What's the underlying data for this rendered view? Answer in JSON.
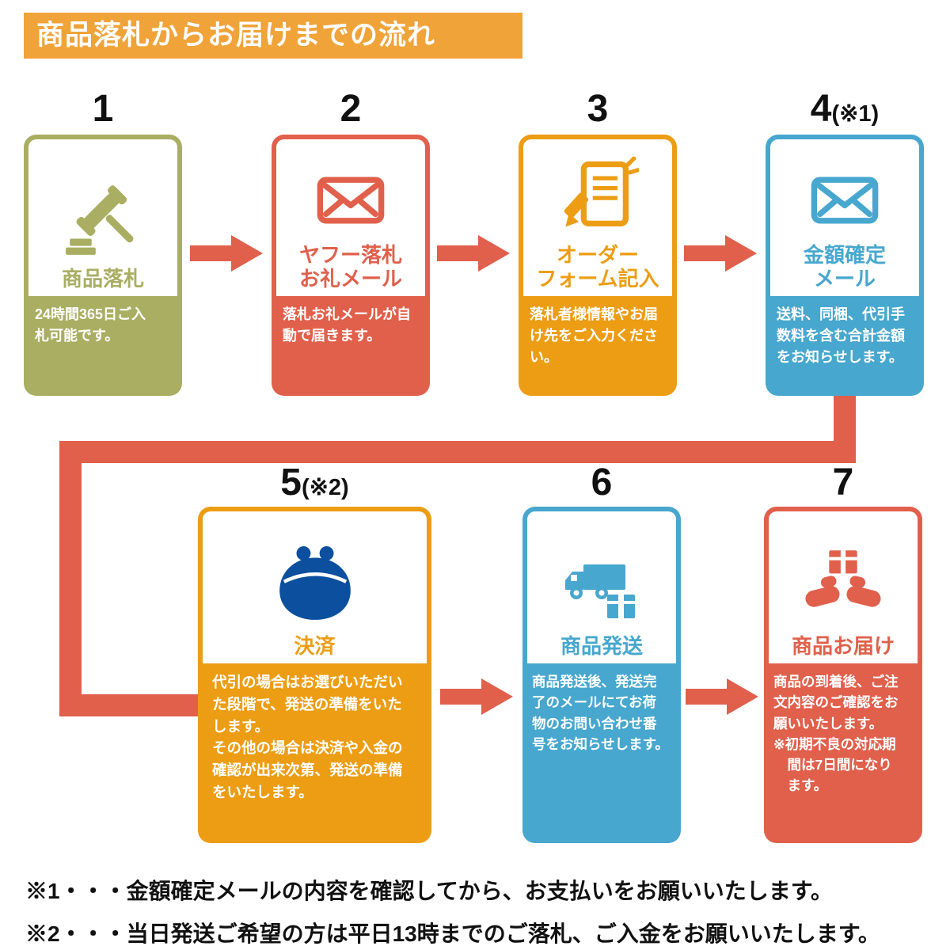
{
  "title": "商品落札からお届けまでの流れ",
  "steps": [
    {
      "number": "1",
      "suffix": "",
      "label": "商品落札",
      "description": "24時間365日ご入\n札可能です。",
      "icon": "gavel-icon"
    },
    {
      "number": "2",
      "suffix": "",
      "label": "ヤフー落札\nお礼メール",
      "description": "落札お礼メールが自\n動で届きます。",
      "icon": "mail-icon"
    },
    {
      "number": "3",
      "suffix": "",
      "label": "オーダー\nフォーム記入",
      "description": "落札者様情報やお届\nけ先をご入力くださ\nい。",
      "icon": "order-form-icon"
    },
    {
      "number": "4",
      "suffix": "(※1)",
      "label": "金額確定\nメール",
      "description": "送料、同梱、代引手\n数料を含む合計金額\nをお知らせします。",
      "icon": "mail-icon"
    },
    {
      "number": "5",
      "suffix": "(※2)",
      "label": "決済",
      "description": "代引の場合はお選びいただい\nた段階で、発送の準備をいた\nします。\nその他の場合は決済や入金の\n確認が出来次第、発送の準備\nをいたします。",
      "icon": "purse-icon"
    },
    {
      "number": "6",
      "suffix": "",
      "label": "商品発送",
      "description": "商品発送後、発送完\n了のメールにてお荷\n物のお問い合わせ番\n号をお知らせします。",
      "icon": "truck-icon"
    },
    {
      "number": "7",
      "suffix": "",
      "label": "商品お届け",
      "description": "商品の到着後、ご注\n文内容のご確認をお\n願いいたします。\n※初期不良の対応期\n　間は7日間になり\n　ます。",
      "icon": "delivery-hands-icon"
    }
  ],
  "footnotes": [
    "※1・・・金額確定メールの内容を確認してから、お支払いをお願いいたします。",
    "※2・・・当日発送ご希望の方は平日13時までのご落札、ご入金をお願いいたします。"
  ],
  "colors": {
    "banner": "#F0A339",
    "step1": "#A9AE62",
    "step2": "#E0604C",
    "step3": "#EC9D14",
    "step4": "#47A7CE",
    "step5": "#EC9D14",
    "step6": "#47A7CE",
    "step7": "#E0604C",
    "arrow": "#E0604C",
    "purse_icon": "#0B4F9E",
    "text": "#111111"
  }
}
